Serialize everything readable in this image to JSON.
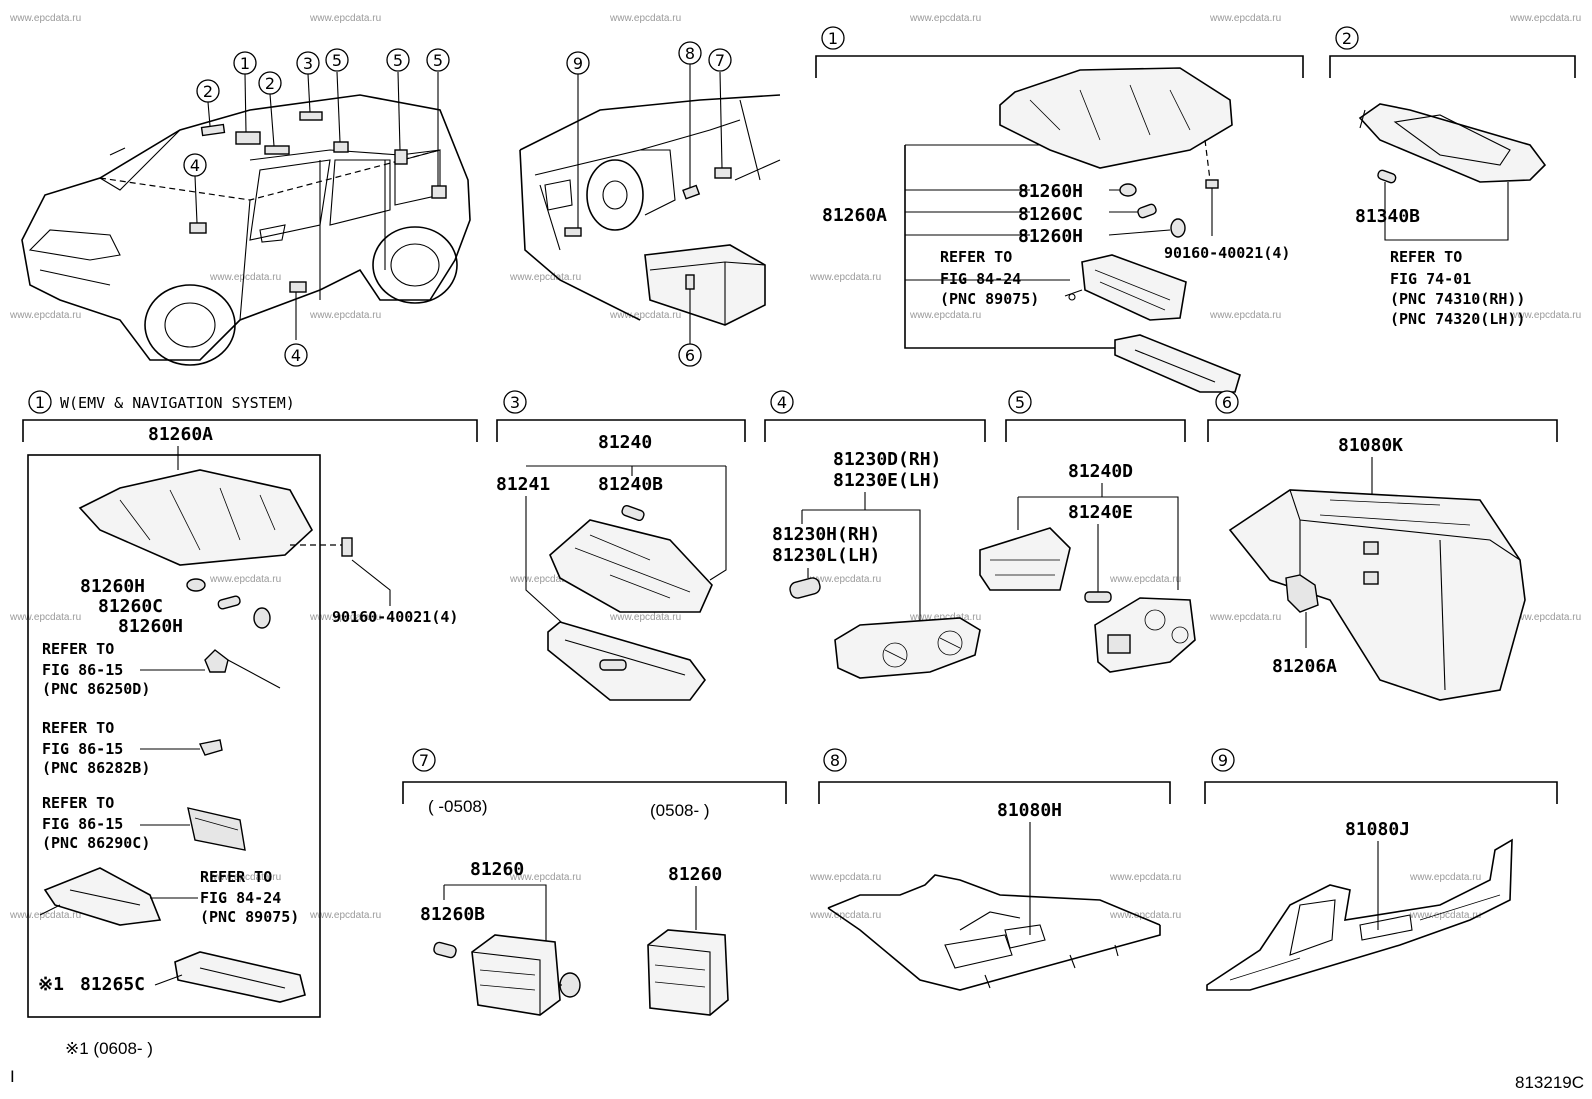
{
  "diagram": {
    "code": "813219C",
    "corner_mark": "I",
    "watermark": "www.epcdata.ru",
    "footnote": "※1 (0608-      )"
  },
  "overview": {
    "car_callouts": [
      "2",
      "1",
      "2",
      "3",
      "5",
      "5",
      "5",
      "4",
      "4"
    ],
    "dash_callouts": [
      "9",
      "8",
      "7",
      "6"
    ]
  },
  "sections": {
    "s1": {
      "callout": "1",
      "title": "",
      "labels": {
        "assy": "81260A",
        "bulb_a": "81260H",
        "bulb_b": "81260C",
        "bulb_c": "81260H",
        "screw": "90160-40021(4)",
        "ref1": "REFER TO",
        "ref2": "FIG 84-24",
        "ref3": "(PNC 89075)"
      }
    },
    "s2": {
      "callout": "2",
      "labels": {
        "bulb": "81340B",
        "ref1": "REFER TO",
        "ref2": "FIG 74-01",
        "ref3": "(PNC 74310(RH))",
        "ref4": "(PNC 74320(LH))"
      }
    },
    "s1w": {
      "callout": "1",
      "title": "W(EMV & NAVIGATION SYSTEM)",
      "labels": {
        "assy": "81260A",
        "bulb_a": "81260H",
        "bulb_b": "81260C",
        "bulb_c": "81260H",
        "screw": "90160-40021(4)",
        "r1a": "REFER TO",
        "r1b": "FIG 86-15",
        "r1c": "(PNC 86250D)",
        "r2a": "REFER TO",
        "r2b": "FIG 86-15",
        "r2c": "(PNC 86282B)",
        "r3a": "REFER TO",
        "r3b": "FIG 86-15",
        "r3c": "(PNC 86290C)",
        "r4a": "REFER TO",
        "r4b": "FIG 84-24",
        "r4c": "(PNC 89075)",
        "lens": "81265C",
        "lens_mark": "※1"
      }
    },
    "s3": {
      "callout": "3",
      "labels": {
        "assy": "81240",
        "lens": "81241",
        "bulb": "81240B"
      }
    },
    "s4": {
      "callout": "4",
      "labels": {
        "assy_rh": "81230D(RH)",
        "assy_lh": "81230E(LH)",
        "bulb_rh": "81230H(RH)",
        "bulb_lh": "81230L(LH)"
      }
    },
    "s5": {
      "callout": "5",
      "labels": {
        "assy": "81240D",
        "bulb": "81240E"
      }
    },
    "s6": {
      "callout": "6",
      "labels": {
        "top": "81080K",
        "bottom": "81206A"
      }
    },
    "s7": {
      "callout": "7",
      "labels": {
        "range_a": "(      -0508)",
        "range_b": "(0508-      )",
        "assy_a": "81260",
        "bulb": "81260B",
        "assy_b": "81260"
      }
    },
    "s8": {
      "callout": "8",
      "labels": {
        "part": "81080H"
      }
    },
    "s9": {
      "callout": "9",
      "labels": {
        "part": "81080J"
      }
    }
  }
}
